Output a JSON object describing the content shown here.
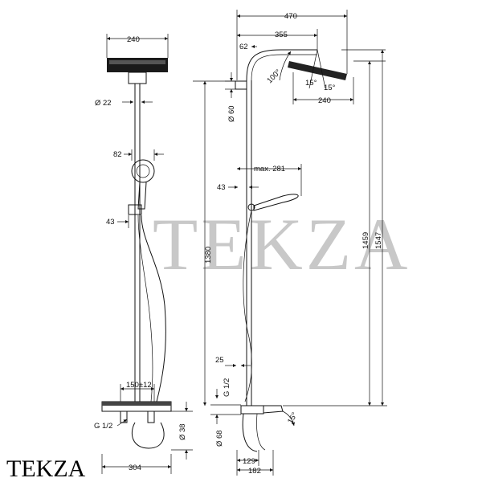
{
  "watermark": "TEKZA",
  "logo_text": "TEKZA",
  "front_view": {
    "head_width": "240",
    "pipe_diameter": "Ø 22",
    "handshower_width": "82",
    "holder_offset": "43",
    "height_1380": "1380",
    "centers": "150±12",
    "inlet": "G 1/2",
    "diameter_38": "Ø 38",
    "base_width": "304"
  },
  "side_view": {
    "total_depth": "470",
    "arm_reach": "355",
    "wall_62": "62",
    "wall_diameter": "Ø 60",
    "angle_100": "100°",
    "angle_15a": "15°",
    "angle_15b": "15°",
    "head_width": "240",
    "max_reach": "max. 281",
    "holder_43": "43",
    "height_1459": "1459",
    "height_1547": "1547",
    "dim_25": "25",
    "inlet": "G 1/2",
    "diameter_68": "Ø 68",
    "spout_angle": "15°",
    "dim_129": "129",
    "dim_182": "182"
  }
}
